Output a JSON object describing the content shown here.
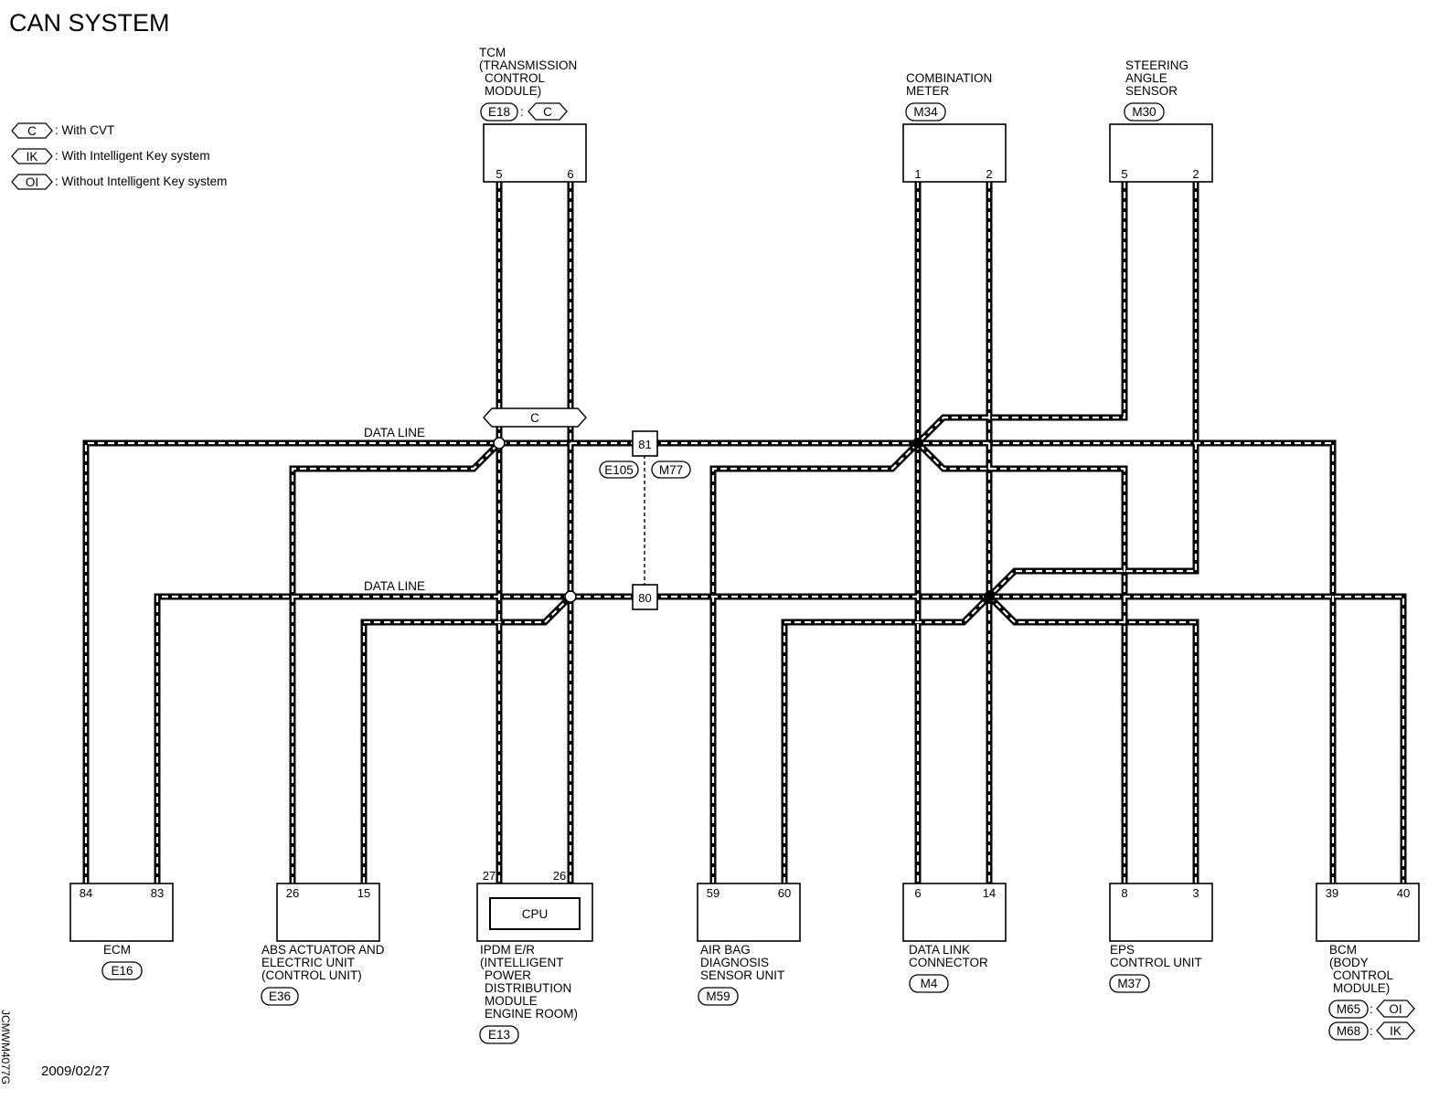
{
  "title": "CAN SYSTEM",
  "legend": [
    {
      "code": "C",
      "text": ": With CVT"
    },
    {
      "code": "IK",
      "text": ": With Intelligent Key system"
    },
    {
      "code": "OI",
      "text": ": Without Intelligent Key system"
    }
  ],
  "top_units": {
    "tcm": {
      "lines": [
        "TCM",
        "(TRANSMISSION",
        "CONTROL",
        "MODULE)"
      ],
      "connector": "E18",
      "condition": "C",
      "pins": [
        "5",
        "6"
      ]
    },
    "meter": {
      "lines": [
        "COMBINATION",
        "METER"
      ],
      "connector": "M34",
      "pins": [
        "1",
        "2"
      ]
    },
    "steering": {
      "lines": [
        "STEERING",
        "ANGLE",
        "SENSOR"
      ],
      "connector": "M30",
      "pins": [
        "5",
        "2"
      ]
    }
  },
  "data_line_label": "DATA LINE",
  "condition_bar": "C",
  "joint": {
    "pin_upper": "81",
    "pin_lower": "80",
    "connectors": [
      "E105",
      "M77"
    ]
  },
  "bottom_units": {
    "ecm": {
      "lines": [
        "ECM"
      ],
      "connector": "E16",
      "pins": [
        "84",
        "83"
      ]
    },
    "abs": {
      "lines": [
        "ABS ACTUATOR AND",
        "ELECTRIC UNIT",
        "(CONTROL UNIT)"
      ],
      "connector": "E36",
      "pins": [
        "26",
        "15"
      ]
    },
    "ipdm": {
      "lines": [
        "IPDM E/R",
        "(INTELLIGENT",
        "POWER",
        "DISTRIBUTION",
        "MODULE",
        "ENGINE ROOM)"
      ],
      "connector": "E13",
      "pins": [
        "27",
        "26"
      ],
      "inner": "CPU"
    },
    "airbag": {
      "lines": [
        "AIR BAG",
        "DIAGNOSIS",
        "SENSOR UNIT"
      ],
      "connector": "M59",
      "pins": [
        "59",
        "60"
      ]
    },
    "dlc": {
      "lines": [
        "DATA LINK",
        "CONNECTOR"
      ],
      "connector": "M4",
      "pins": [
        "6",
        "14"
      ]
    },
    "eps": {
      "lines": [
        "EPS",
        "CONTROL UNIT"
      ],
      "connector": "M37",
      "pins": [
        "8",
        "3"
      ]
    },
    "bcm": {
      "lines": [
        "BCM",
        "(BODY",
        "CONTROL",
        "MODULE)"
      ],
      "connectors": [
        {
          "name": "M65",
          "condition": "OI"
        },
        {
          "name": "M68",
          "condition": "IK"
        }
      ],
      "pins": [
        "39",
        "40"
      ]
    }
  },
  "date": "2009/02/27",
  "figure_code": "JCMWM4077G"
}
